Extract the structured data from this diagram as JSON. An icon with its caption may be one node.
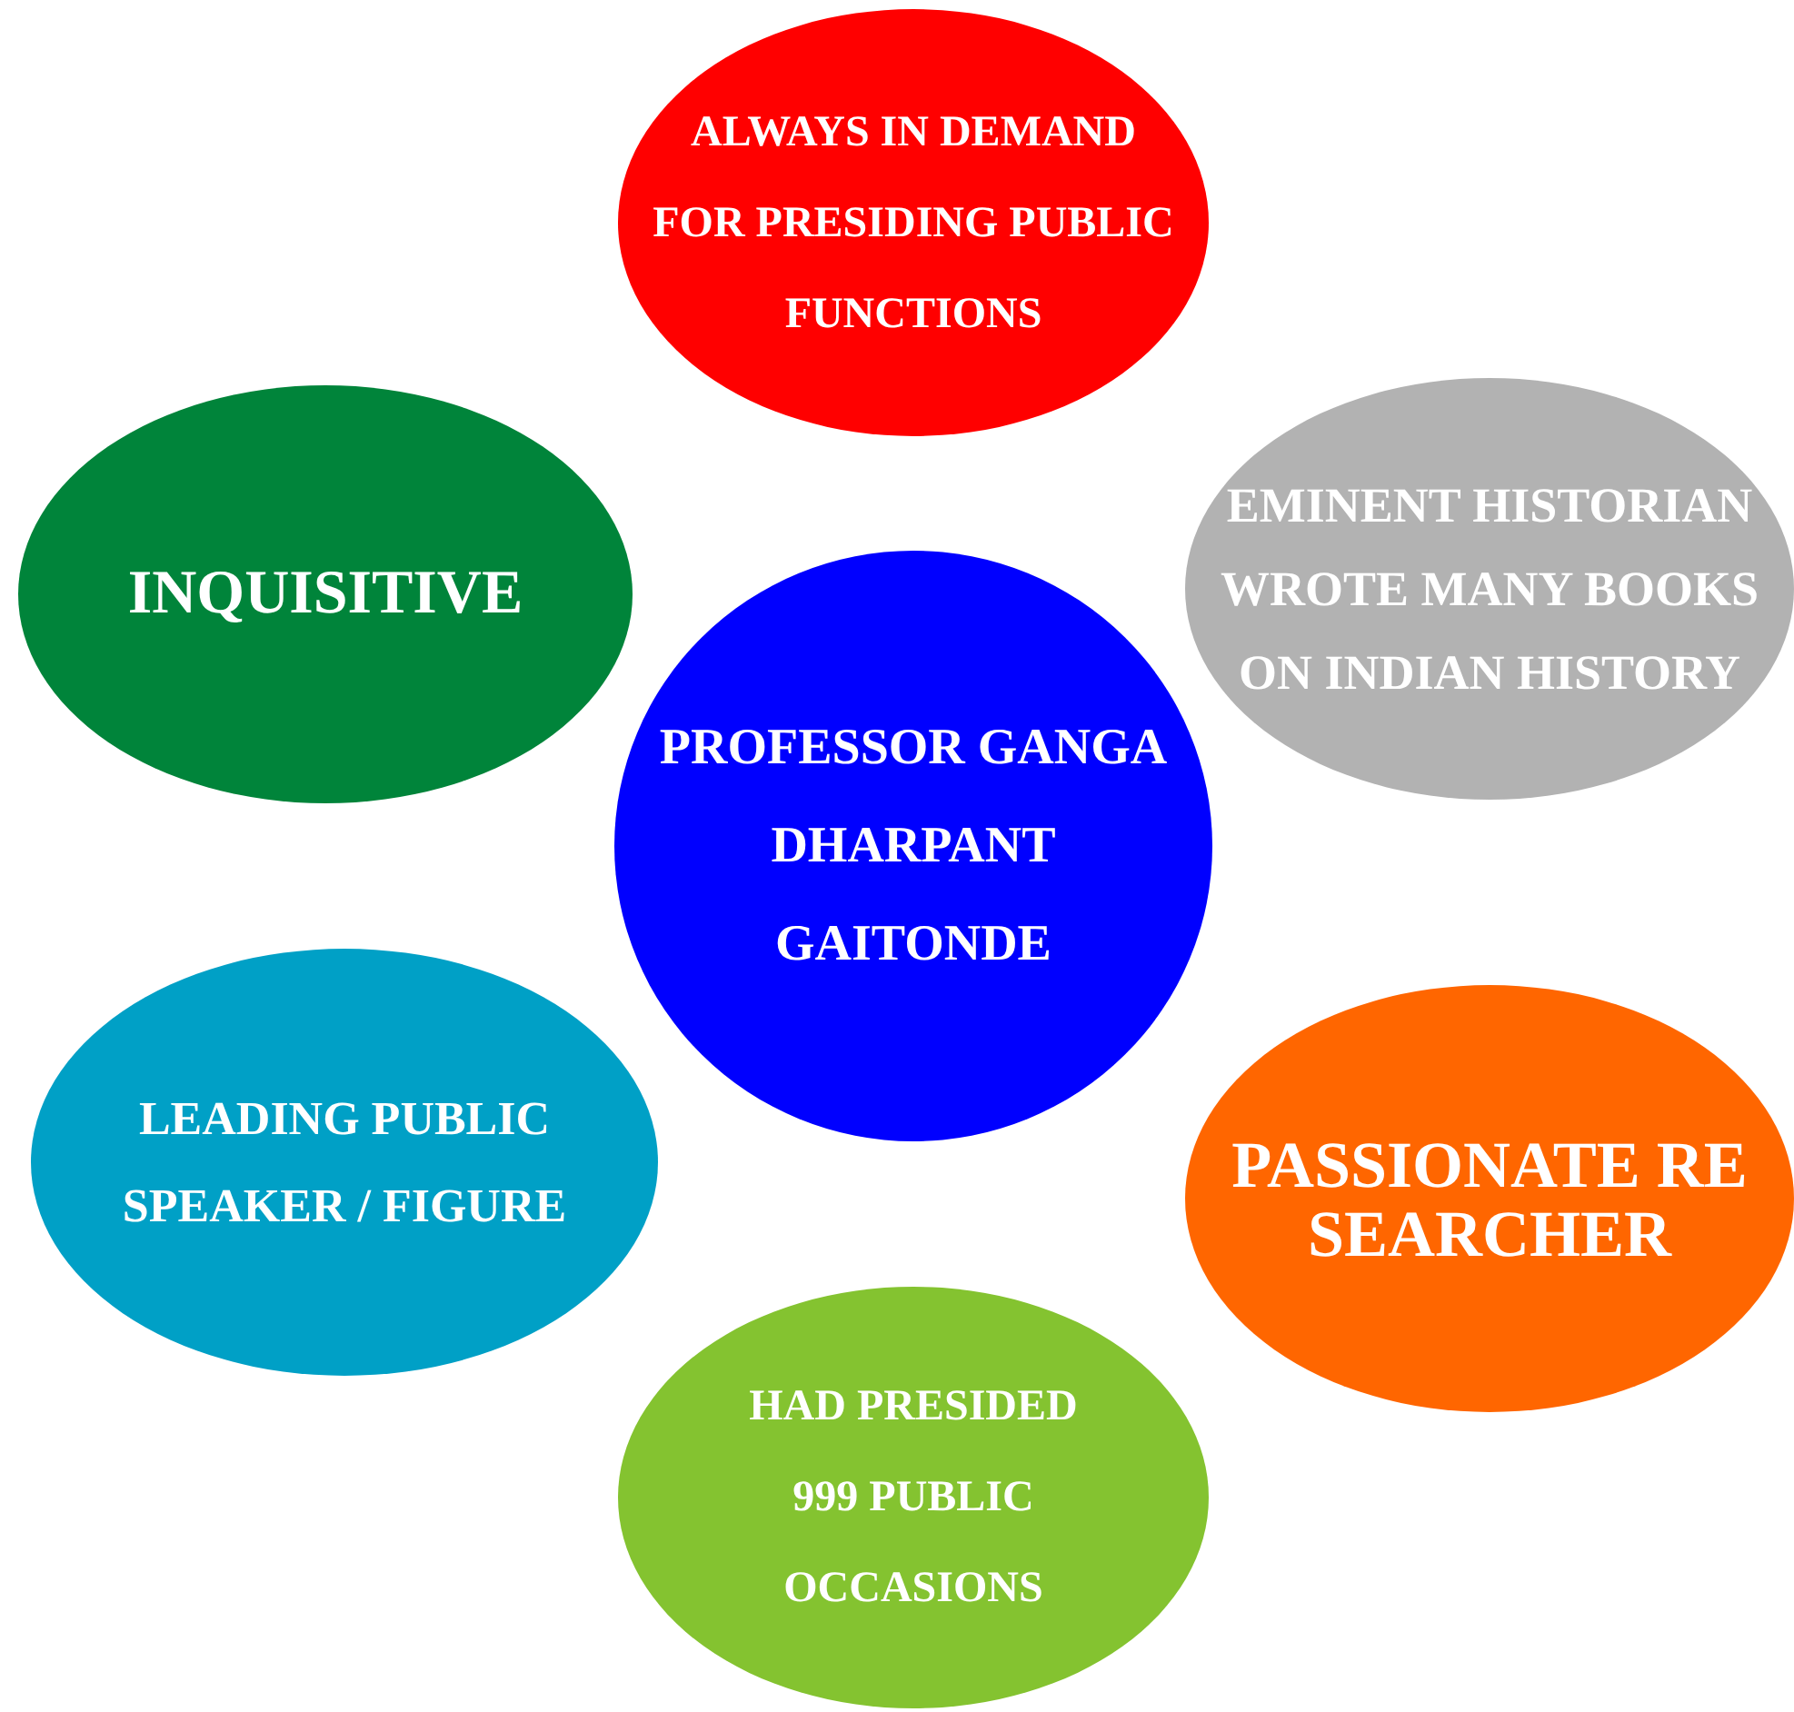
{
  "diagram": {
    "nodes": [
      {
        "text": [
          "ALWAYS IN DEMAND FOR PRESIDING PUBLIC FUNCTIONS"
        ]
      },
      {
        "text": [
          "INQUISITIVE"
        ]
      },
      {
        "text": [
          "EMINENT HISTORIAN WROTE MANY BOOKS ON INDIAN HISTORY"
        ]
      },
      {
        "text": [
          "PROFESSOR GANGA DHARPANT GAITONDE"
        ]
      },
      {
        "text": [
          "LEADING PUBLIC SPEAKER / FIGURE"
        ]
      },
      {
        "text": [
          "PASSIONATE RE SEARCHER"
        ]
      },
      {
        "text": [
          "HAD PRESIDED 999 PUBLIC OCCASIONS"
        ]
      }
    ]
  }
}
